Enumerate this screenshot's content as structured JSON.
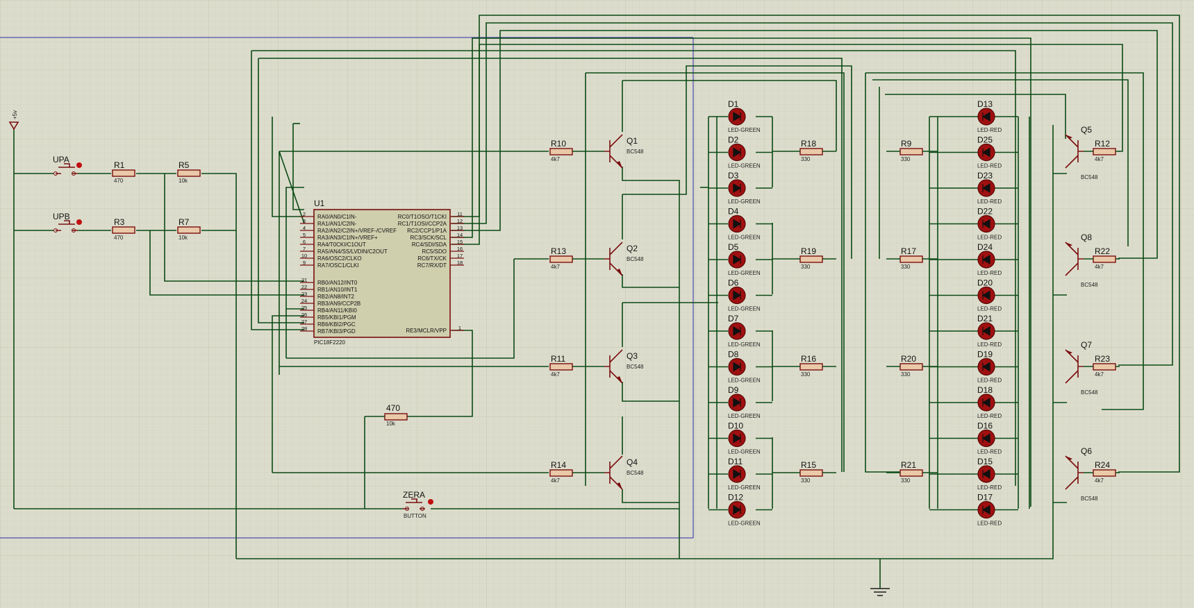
{
  "colors": {
    "background": "#dcdccc",
    "grid": "#c9c9b6",
    "wire": "#0a4a14",
    "component": "#7a0e0e",
    "resistor_fill": "#e9c9a8",
    "ic_fill": "#cfcfae",
    "led_fill": "#a01010",
    "sheet_border": "#2a2aa8"
  },
  "power": {
    "label": "+5v",
    "ground_icon": "ground-icon"
  },
  "buttons": [
    {
      "ref": "UPA",
      "type": ""
    },
    {
      "ref": "UPB",
      "type": ""
    },
    {
      "ref": "ZERA",
      "type": "BUTTON"
    }
  ],
  "resistors_left": [
    {
      "ref": "R1",
      "value": "470"
    },
    {
      "ref": "R5",
      "value": "10k"
    },
    {
      "ref": "R3",
      "value": "470"
    },
    {
      "ref": "R7",
      "value": "10k"
    },
    {
      "ref": "470",
      "value": "10k"
    }
  ],
  "ic": {
    "ref": "U1",
    "part": "PIC18F2220",
    "left_pins": [
      {
        "num": "2",
        "name": "RA0/AN0/C1IN-"
      },
      {
        "num": "3",
        "name": "RA1/AN1/C2IN-"
      },
      {
        "num": "4",
        "name": "RA2/AN2/C2IN+/VREF-/CVREF"
      },
      {
        "num": "5",
        "name": "RA3/AN3/C1IN+/VREF+"
      },
      {
        "num": "6",
        "name": "RA4/T0CKI/C1OUT"
      },
      {
        "num": "7",
        "name": "RA5/AN4/SS/LVDIN/C2OUT"
      },
      {
        "num": "10",
        "name": "RA6/OSC2/CLKO"
      },
      {
        "num": "9",
        "name": "RA7/OSC1/CLKI"
      },
      {
        "num": "21",
        "name": "RB0/AN12/INT0"
      },
      {
        "num": "22",
        "name": "RB1/AN10/INT1"
      },
      {
        "num": "23",
        "name": "RB2/AN8/INT2"
      },
      {
        "num": "24",
        "name": "RB3/AN9/CCP2B"
      },
      {
        "num": "25",
        "name": "RB4/AN11/KBI0"
      },
      {
        "num": "26",
        "name": "RB5/KBI1/PGM"
      },
      {
        "num": "27",
        "name": "RB6/KBI2/PGC"
      },
      {
        "num": "28",
        "name": "RB7/KBI3/PGD"
      }
    ],
    "right_pins": [
      {
        "num": "11",
        "name": "RC0/T1OSO/T1CKI"
      },
      {
        "num": "12",
        "name": "RC1/T1OSI/CCP2A"
      },
      {
        "num": "13",
        "name": "RC2/CCP1/P1A"
      },
      {
        "num": "14",
        "name": "RC3/SCK/SCL"
      },
      {
        "num": "15",
        "name": "RC4/SDI/SDA"
      },
      {
        "num": "16",
        "name": "RC5/SDO"
      },
      {
        "num": "17",
        "name": "RC6/TX/CK"
      },
      {
        "num": "18",
        "name": "RC7/RX/DT"
      },
      {
        "num": "1",
        "name": "RE3/MCLR/VPP"
      }
    ]
  },
  "left_transistors": [
    {
      "ref": "Q1",
      "part": "BC548",
      "base_r": "R10",
      "base_r_value": "4k7"
    },
    {
      "ref": "Q2",
      "part": "BC548",
      "base_r": "R13",
      "base_r_value": "4k7"
    },
    {
      "ref": "Q3",
      "part": "BC548",
      "base_r": "R11",
      "base_r_value": "4k7"
    },
    {
      "ref": "Q4",
      "part": "BC548",
      "base_r": "R14",
      "base_r_value": "4k7"
    }
  ],
  "green_leds": [
    {
      "ref": "D1",
      "type": "LED-GREEN"
    },
    {
      "ref": "D2",
      "type": "LED-GREEN"
    },
    {
      "ref": "D3",
      "type": "LED-GREEN"
    },
    {
      "ref": "D4",
      "type": "LED-GREEN"
    },
    {
      "ref": "D5",
      "type": "LED-GREEN"
    },
    {
      "ref": "D6",
      "type": "LED-GREEN"
    },
    {
      "ref": "D7",
      "type": "LED-GREEN"
    },
    {
      "ref": "D8",
      "type": "LED-GREEN"
    },
    {
      "ref": "D9",
      "type": "LED-GREEN"
    },
    {
      "ref": "D10",
      "type": "LED-GREEN"
    },
    {
      "ref": "D11",
      "type": "LED-GREEN"
    },
    {
      "ref": "D12",
      "type": "LED-GREEN"
    }
  ],
  "green_resistors": [
    {
      "ref": "R18",
      "value": "330"
    },
    {
      "ref": "R19",
      "value": "330"
    },
    {
      "ref": "R16",
      "value": "330"
    },
    {
      "ref": "R15",
      "value": "330"
    }
  ],
  "red_leds": [
    {
      "ref": "D13",
      "type": "LED-RED"
    },
    {
      "ref": "D25",
      "type": "LED-RED"
    },
    {
      "ref": "D23",
      "type": "LED-RED"
    },
    {
      "ref": "D22",
      "type": "LED-RED"
    },
    {
      "ref": "D24",
      "type": "LED-RED"
    },
    {
      "ref": "D20",
      "type": "LED-RED"
    },
    {
      "ref": "D21",
      "type": "LED-RED"
    },
    {
      "ref": "D19",
      "type": "LED-RED"
    },
    {
      "ref": "D18",
      "type": "LED-RED"
    },
    {
      "ref": "D16",
      "type": "LED-RED"
    },
    {
      "ref": "D15",
      "type": "LED-RED"
    },
    {
      "ref": "D17",
      "type": "LED-RED"
    }
  ],
  "red_resistors": [
    {
      "ref": "R9",
      "value": "330"
    },
    {
      "ref": "R17",
      "value": "330"
    },
    {
      "ref": "R20",
      "value": "330"
    },
    {
      "ref": "R21",
      "value": "330"
    }
  ],
  "right_transistors": [
    {
      "ref": "Q5",
      "part": "BC548",
      "base_r": "R12",
      "base_r_value": "4k7"
    },
    {
      "ref": "Q8",
      "part": "BC548",
      "base_r": "R22",
      "base_r_value": "4k7"
    },
    {
      "ref": "Q7",
      "part": "BC548",
      "base_r": "R23",
      "base_r_value": "4k7"
    },
    {
      "ref": "Q6",
      "part": "BC548",
      "base_r": "R24",
      "base_r_value": "4k7"
    }
  ]
}
